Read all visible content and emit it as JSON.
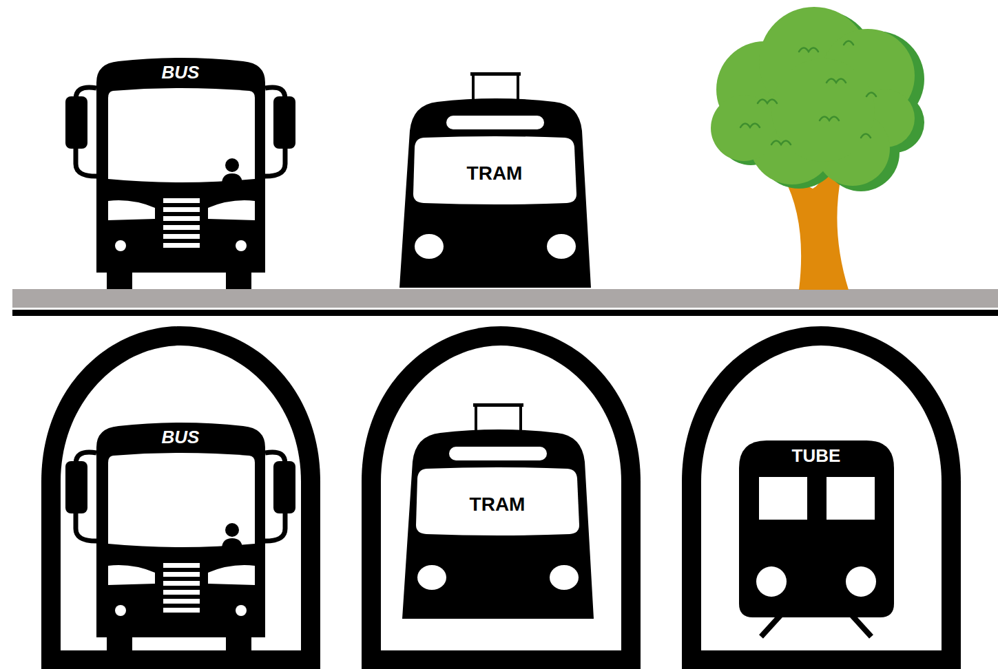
{
  "diagram": {
    "nodes": [
      {
        "text": [
          "BUS"
        ]
      },
      {
        "text": [
          "TRAM"
        ]
      },
      {
        "text": [
          "BUS"
        ]
      },
      {
        "text": [
          "TRAM"
        ]
      },
      {
        "text": [
          "TUBE"
        ]
      }
    ]
  }
}
